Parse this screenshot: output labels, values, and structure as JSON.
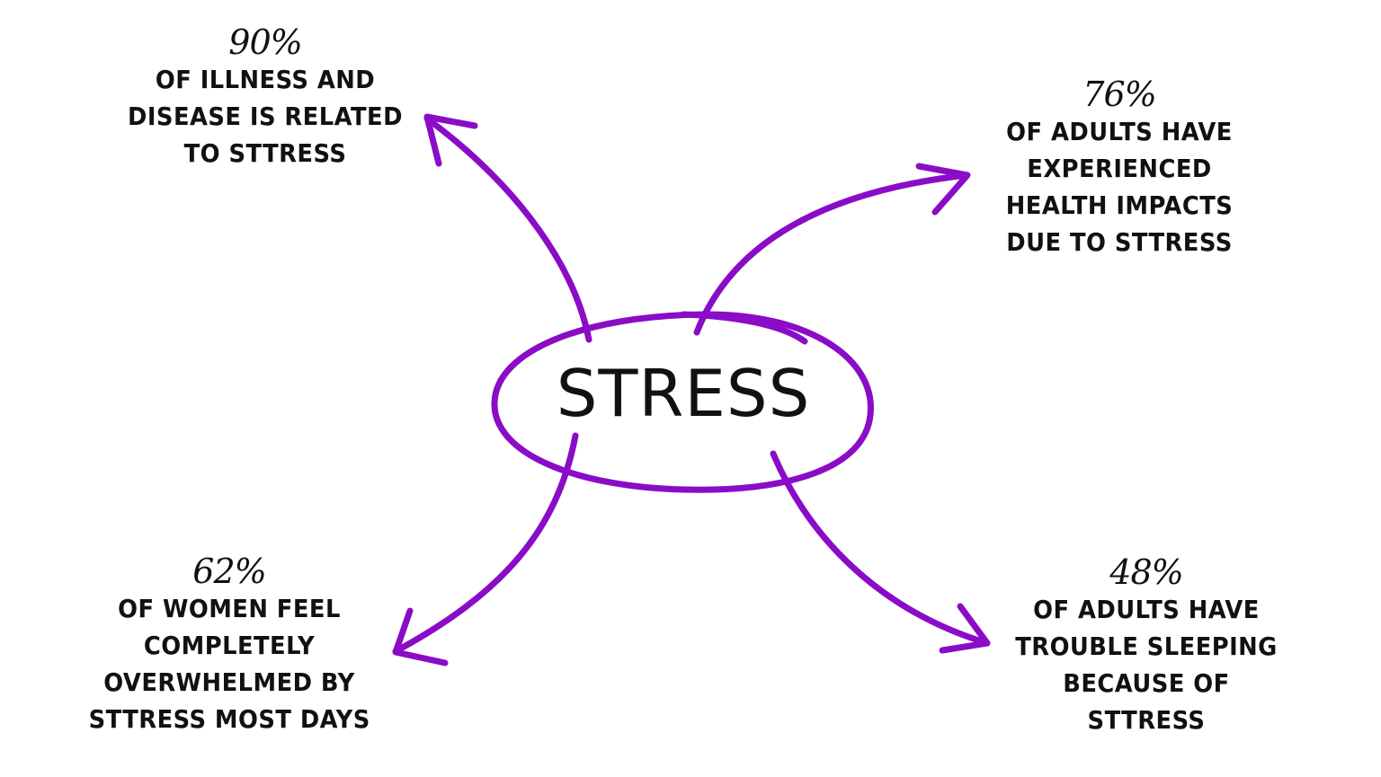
{
  "diagram": {
    "accent_color": "#8A0CC7",
    "text_color": "#111111",
    "center": {
      "label": "STRESS"
    },
    "stats": [
      {
        "id": "top-left",
        "percent": "90%",
        "lines": [
          "OF ILLNESS AND",
          "DISEASE IS RELATED",
          "TO STTRESS"
        ]
      },
      {
        "id": "top-right",
        "percent": "76%",
        "lines": [
          "OF ADULTS HAVE",
          "EXPERIENCED",
          "HEALTH IMPACTS",
          "DUE TO STTRESS"
        ]
      },
      {
        "id": "bottom-left",
        "percent": "62%",
        "lines": [
          "OF WOMEN FEEL",
          "COMPLETELY",
          "OVERWHELMED BY",
          "STTRESS MOST DAYS"
        ]
      },
      {
        "id": "bottom-right",
        "percent": "48%",
        "lines": [
          "OF ADULTS HAVE",
          "TROUBLE SLEEPING",
          "BECAUSE OF",
          "STTRESS"
        ]
      }
    ]
  }
}
